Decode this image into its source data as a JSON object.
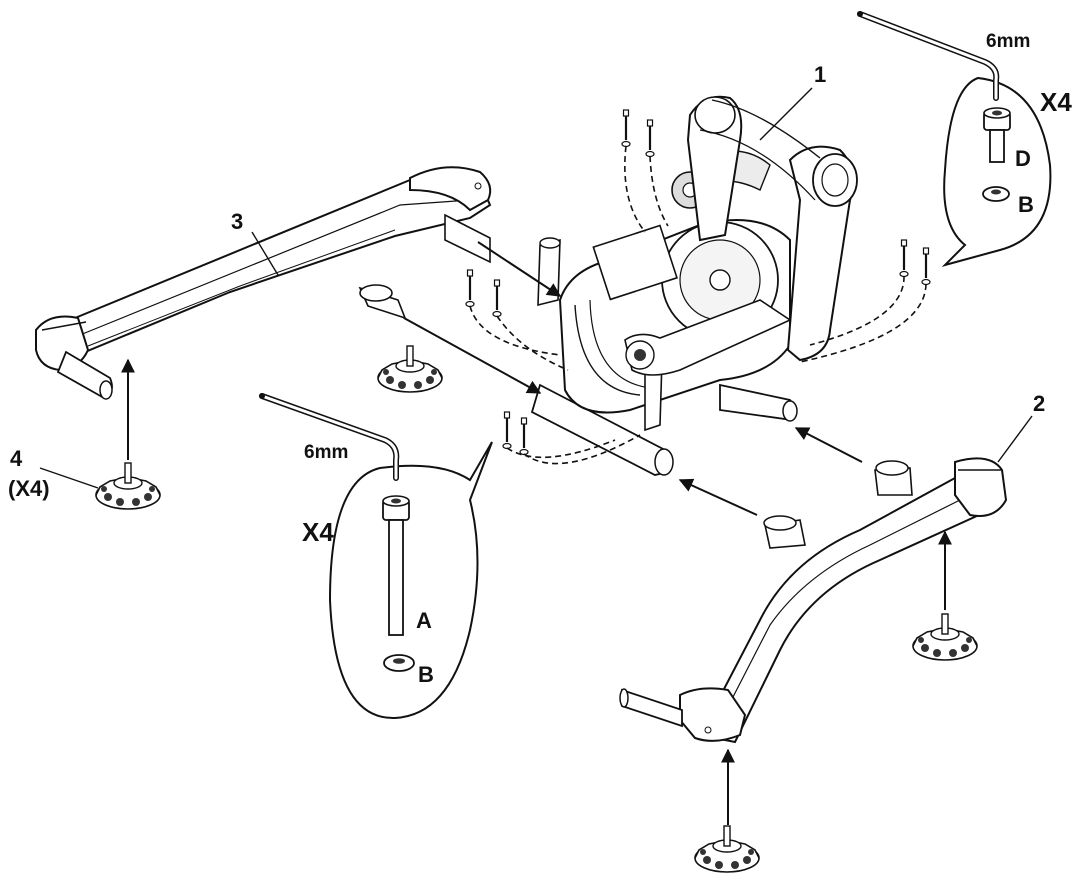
{
  "callouts": {
    "part_1": "1",
    "part_2": "2",
    "part_3": "3",
    "part_4": "4",
    "part_4_qty": "(X4)"
  },
  "detail_rear": {
    "wrench_size": "6mm",
    "quantity": "X4",
    "bolt_label": "D",
    "washer_label": "B"
  },
  "detail_front": {
    "wrench_size": "6mm",
    "quantity": "X4",
    "bolt_label": "A",
    "washer_label": "B"
  },
  "colors": {
    "line": "#111111",
    "fill": "#ffffff",
    "shade": "#d8d8d8"
  }
}
